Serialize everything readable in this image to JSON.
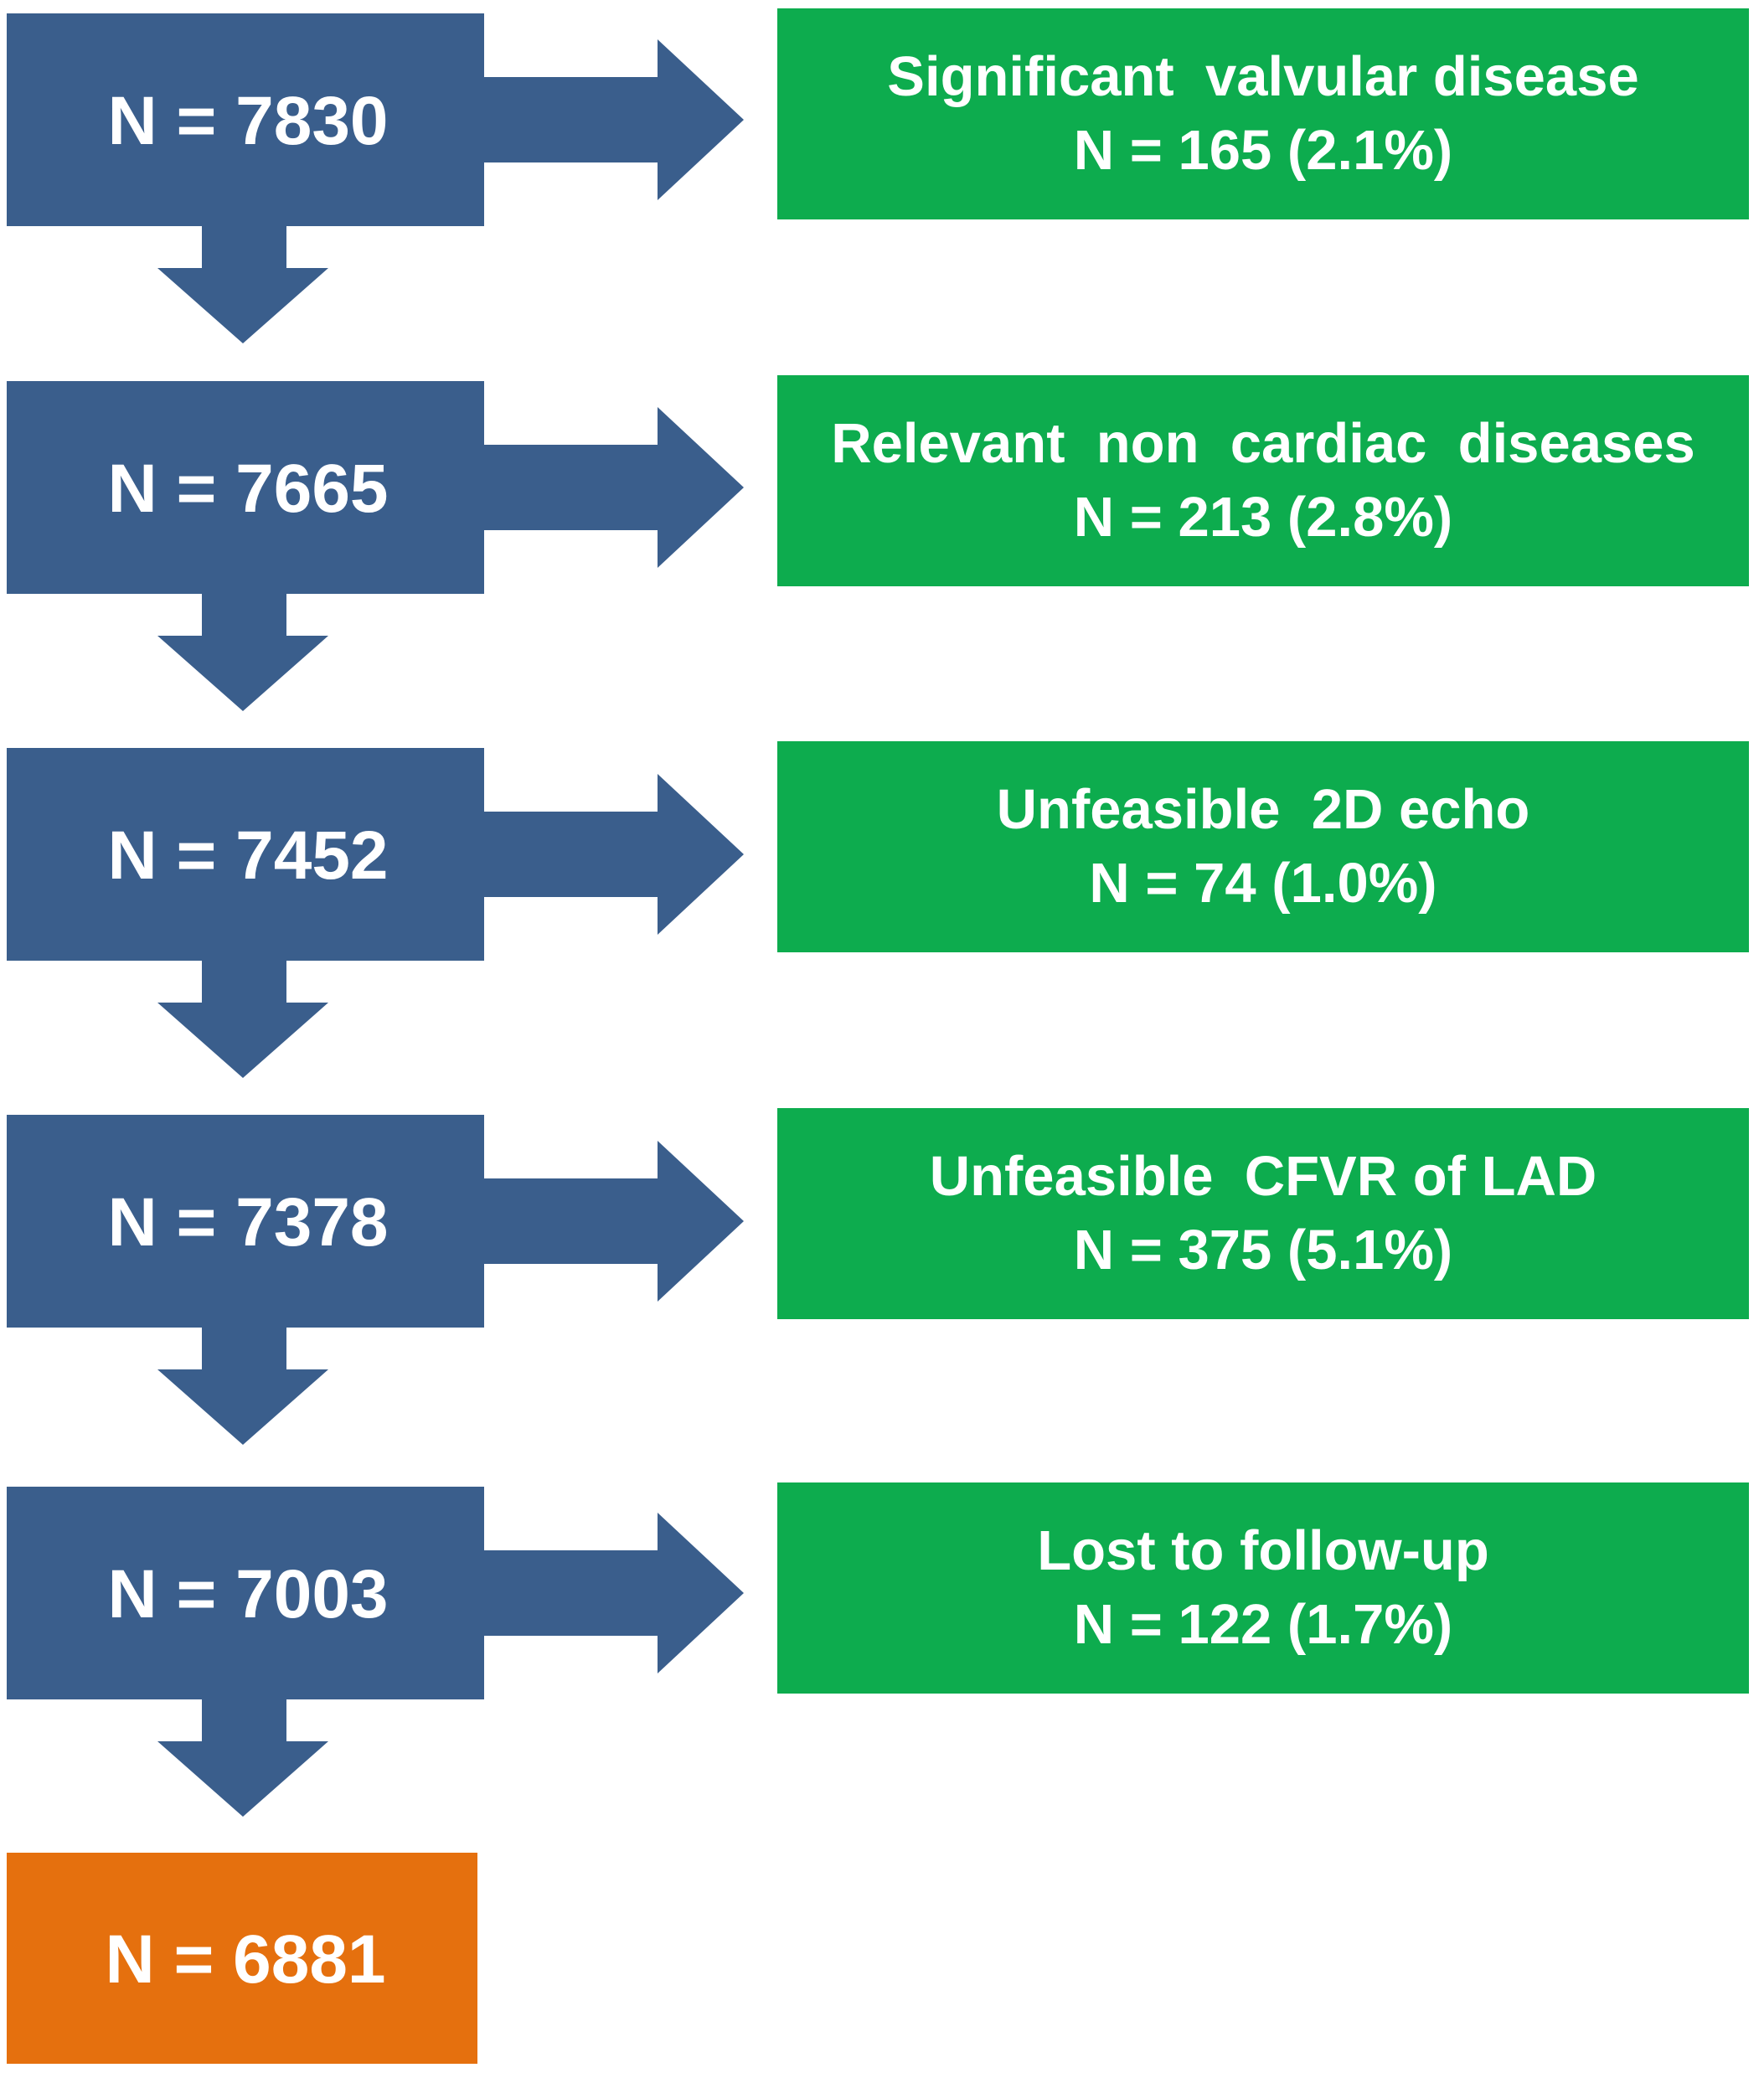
{
  "colors": {
    "flow": "#3a5e8c",
    "exclusion": "#0dac4e",
    "final": "#e5700e",
    "text": "#ffffff"
  },
  "stages": [
    {
      "count": "N = 7830",
      "exclusion": {
        "label": "Significant  valvular disease",
        "count": "N = 165 (2.1%)"
      }
    },
    {
      "count": "N = 7665",
      "exclusion": {
        "label": "Relevant  non  cardiac  diseases",
        "count": "N = 213 (2.8%)"
      }
    },
    {
      "count": "N = 7452",
      "exclusion": {
        "label": "Unfeasible  2D echo",
        "count": "N = 74 (1.0%)"
      }
    },
    {
      "count": "N = 7378",
      "exclusion": {
        "label": "Unfeasible  CFVR of LAD",
        "count": "N = 375 (5.1%)"
      }
    },
    {
      "count": "N = 7003",
      "exclusion": {
        "label": "Lost to follow-up",
        "count": "N = 122 (1.7%)"
      }
    }
  ],
  "final": {
    "count": "N = 6881"
  }
}
